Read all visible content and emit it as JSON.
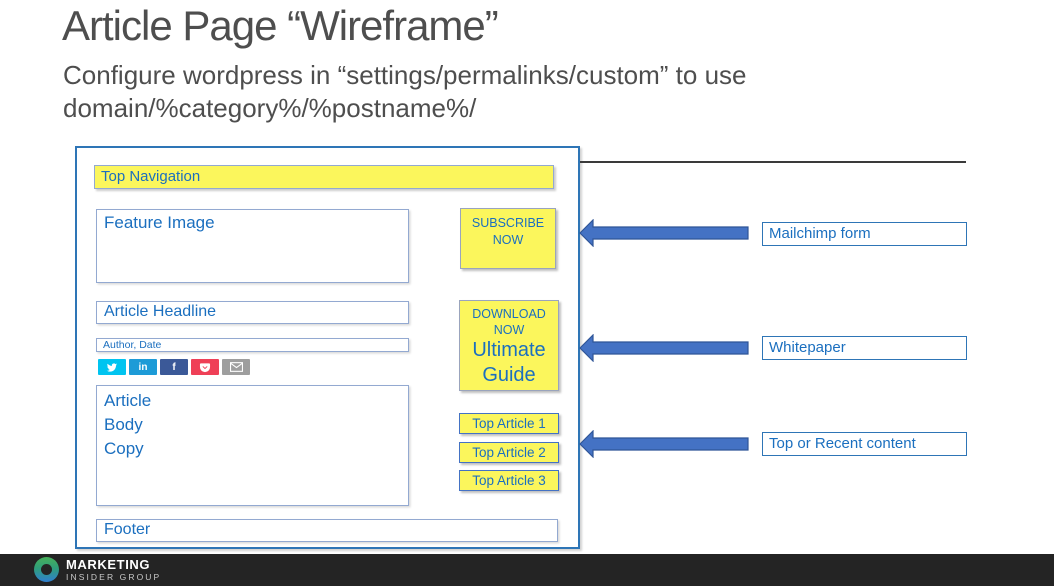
{
  "slide": {
    "title": "Article Page “Wireframe”",
    "subtitle": "Configure wordpress in “settings/permalinks/custom” to use\ndomain/%category%/%postname%/"
  },
  "wireframe": {
    "top_navigation_label": "Top Navigation",
    "feature_image_label": "Feature Image",
    "subscribe_cta": "SUBSCRIBE NOW",
    "article_headline_label": "Article Headline",
    "author_date_label": "Author, Date",
    "article_body_label": "Article\nBody\nCopy",
    "download_cta_small": "DOWNLOAD NOW",
    "download_cta_big": "Ultimate Guide",
    "top_articles": [
      "Top Article 1",
      "Top Article 2",
      "Top Article 3"
    ],
    "footer_label": "Footer"
  },
  "social_icons": [
    {
      "name": "twitter-icon",
      "color": "#00c4f0"
    },
    {
      "name": "linkedin-icon",
      "color": "#1d9bd7",
      "text": "in"
    },
    {
      "name": "facebook-icon",
      "color": "#3b5998",
      "text": "f"
    },
    {
      "name": "pocket-icon",
      "color": "#ef4057"
    },
    {
      "name": "email-icon",
      "color": "#9e9e9e"
    }
  ],
  "annotations": [
    {
      "label": "Mailchimp form"
    },
    {
      "label": "Whitepaper"
    },
    {
      "label": "Top or Recent content"
    }
  ],
  "logo": {
    "primary": "MARKETING",
    "secondary": "INSIDER GROUP"
  },
  "colors": {
    "highlight_yellow": "#fbf65c",
    "wireframe_blue_text": "#1b6fbf",
    "outer_border_blue": "#2e75b6",
    "inner_border_blue": "#93a9d1",
    "arrow_blue": "#4472c4",
    "arrow_border": "#2f5597",
    "divider_line": "#3a3a3a",
    "footer_bar": "#242424"
  }
}
